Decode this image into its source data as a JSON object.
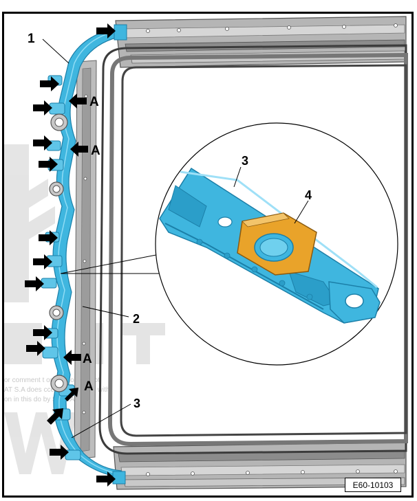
{
  "figure": {
    "reference_code": "E60-10103",
    "colors": {
      "component_blue": "#3fb6df",
      "component_blue_dark": "#1b7fa8",
      "bracket_orange": "#e9a32a",
      "frame_grey": "#9a9a9a",
      "frame_dark": "#4a4a4a",
      "watermark_grey": "#d9d9d9"
    }
  },
  "callouts": {
    "item_1": "1",
    "item_2": "2",
    "item_3_detail": "3",
    "item_3_lower": "3",
    "item_4": "4",
    "point_a_1": "A",
    "point_a_2": "A",
    "point_a_3": "A",
    "point_a_4": "A"
  },
  "watermark": {
    "line_1": "or comment                    t or in whole, is not",
    "line_2": "AT S.A does                  ccept any liability with",
    "line_3": "on in this do               by SE   S.A."
  },
  "icons": {
    "arrow": "arrow-right-icon"
  }
}
